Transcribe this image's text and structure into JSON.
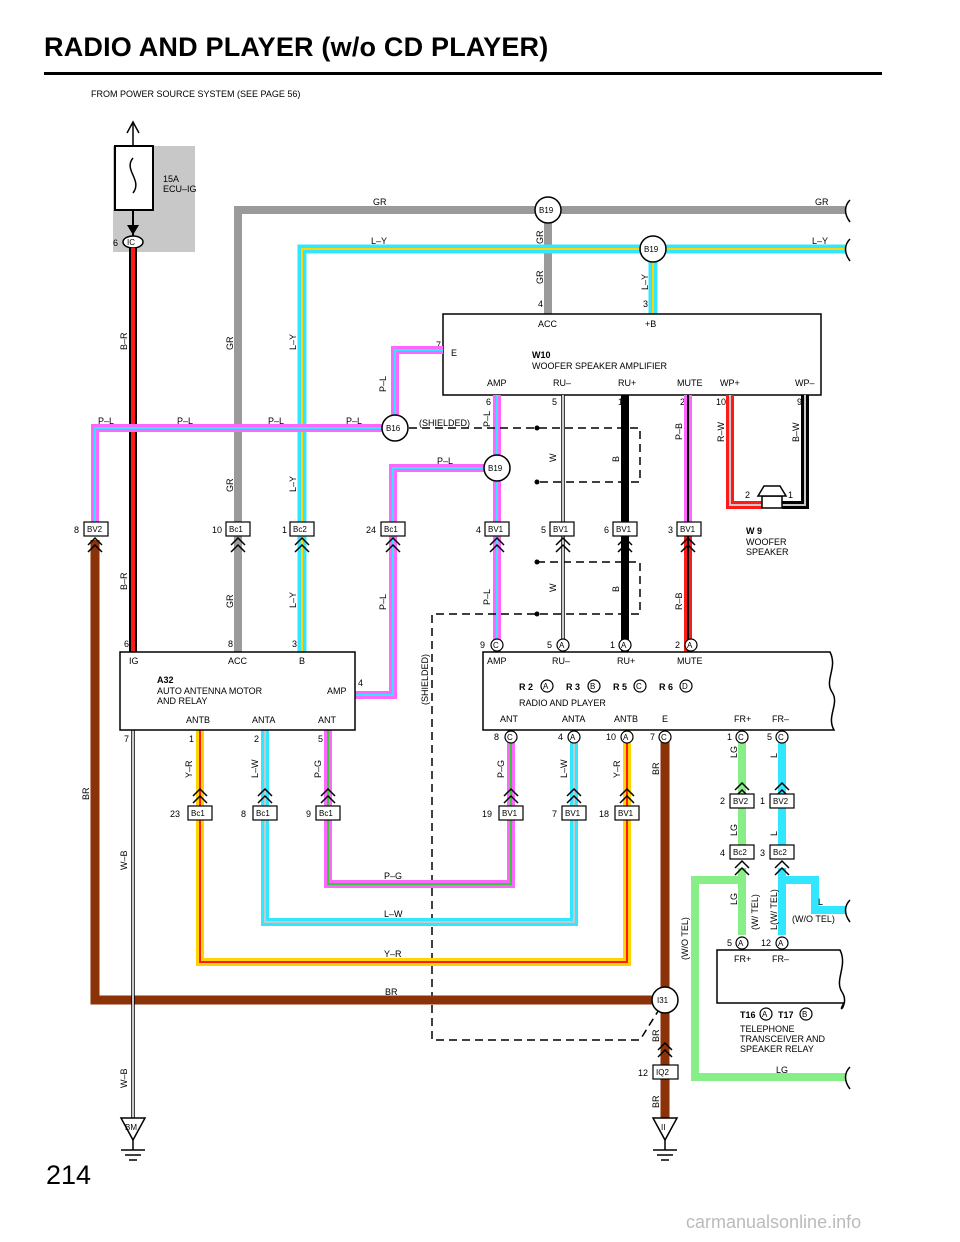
{
  "title": "RADIO AND PLAYER (w/o CD PLAYER)",
  "subtitle": "FROM POWER SOURCE SYSTEM (SEE PAGE 56)",
  "page_number": "214",
  "watermark": "carmanualsonline.info",
  "colors": {
    "GR": "#9a9a9a",
    "P": "#ff66ff",
    "L": "#33e6ff",
    "Y": "#ffd400",
    "R": "#ff1a1a",
    "BR": "#8b3208",
    "W": "#c8c8c8",
    "B": "#000000",
    "LG": "#88ee88",
    "G": "#33cc33",
    "fuse_box": "#c8c8c8"
  },
  "fuse": {
    "rating": "15A",
    "name": "ECU–IG",
    "connector": "IC",
    "pin": "6"
  },
  "top_buses": [
    {
      "wire": "GR",
      "splice": "B19"
    },
    {
      "wire": "L–Y",
      "splice": "B19"
    }
  ],
  "amplifier": {
    "code": "W10",
    "name": "WOOFER SPEAKER AMPLIFIER",
    "top_pins": [
      {
        "num": "4",
        "label": "ACC"
      },
      {
        "num": "3",
        "label": "+B"
      }
    ],
    "left_pin": {
      "num": "7",
      "label": "E"
    },
    "bottom_pins": [
      {
        "num": "6",
        "label": "AMP"
      },
      {
        "num": "5",
        "label": "RU–"
      },
      {
        "num": "1",
        "label": "RU+"
      },
      {
        "num": "2",
        "label": "MUTE"
      },
      {
        "num": "10",
        "label": "WP+"
      },
      {
        "num": "9",
        "label": "WP–"
      }
    ]
  },
  "speaker": {
    "code": "W 9",
    "name_line1": "WOOFER",
    "name_line2": "SPEAKER",
    "pin_left": "2",
    "pin_right": "1"
  },
  "splices": {
    "b16": "B16",
    "b19": "B19",
    "i31": "I31",
    "bm": "BM",
    "ii": "II"
  },
  "shielded": "(SHIELDED)",
  "connectors_row1": [
    {
      "pin": "8",
      "name": "BV2"
    },
    {
      "pin": "10",
      "name": "Bc1"
    },
    {
      "pin": "1",
      "name": "Bc2"
    },
    {
      "pin": "24",
      "name": "Bc1"
    },
    {
      "pin": "4",
      "name": "BV1"
    },
    {
      "pin": "5",
      "name": "BV1"
    },
    {
      "pin": "6",
      "name": "BV1"
    },
    {
      "pin": "3",
      "name": "BV1"
    }
  ],
  "antenna": {
    "code": "A32",
    "name_line1": "AUTO ANTENNA MOTOR",
    "name_line2": "AND RELAY",
    "top_pins": [
      {
        "num": "6",
        "label": "IG"
      },
      {
        "num": "8",
        "label": "ACC"
      },
      {
        "num": "3",
        "label": "B"
      }
    ],
    "right_pin": {
      "num": "4",
      "label": "AMP"
    },
    "bottom_pins": [
      {
        "num": "7",
        "label": ""
      },
      {
        "num": "1",
        "label": "ANTB"
      },
      {
        "num": "2",
        "label": "ANTA"
      },
      {
        "num": "5",
        "label": "ANT"
      }
    ]
  },
  "radio": {
    "codes": [
      "R 2",
      "R 3",
      "R 5",
      "R 6"
    ],
    "code_letters": [
      "A",
      "B",
      "C",
      "D"
    ],
    "name": "RADIO AND PLAYER",
    "top_pins": [
      {
        "num": "9",
        "conn": "C",
        "label": "AMP"
      },
      {
        "num": "5",
        "conn": "A",
        "label": "RU–"
      },
      {
        "num": "1",
        "conn": "A",
        "label": "RU+"
      },
      {
        "num": "2",
        "conn": "A",
        "label": "MUTE"
      }
    ],
    "bottom_pins": [
      {
        "num": "8",
        "conn": "C",
        "label": "ANT"
      },
      {
        "num": "4",
        "conn": "A",
        "label": "ANTA"
      },
      {
        "num": "10",
        "conn": "A",
        "label": "ANTB"
      },
      {
        "num": "7",
        "conn": "C",
        "label": "E"
      },
      {
        "num": "1",
        "conn": "C",
        "label": "FR+"
      },
      {
        "num": "5",
        "conn": "C",
        "label": "FR–"
      }
    ]
  },
  "connectors_row2": [
    {
      "pin": "23",
      "name": "Bc1"
    },
    {
      "pin": "8",
      "name": "Bc1"
    },
    {
      "pin": "9",
      "name": "Bc1"
    },
    {
      "pin": "19",
      "name": "BV1"
    },
    {
      "pin": "7",
      "name": "BV1"
    },
    {
      "pin": "18",
      "name": "BV1"
    }
  ],
  "connectors_right": [
    {
      "pin": "2",
      "name": "BV2"
    },
    {
      "pin": "1",
      "name": "BV2"
    },
    {
      "pin": "4",
      "name": "Bc2"
    },
    {
      "pin": "3",
      "name": "Bc2"
    }
  ],
  "telephone": {
    "codes": [
      "T16",
      "T17"
    ],
    "code_letters": [
      "A",
      "B"
    ],
    "name_line1": "TELEPHONE",
    "name_line2": "TRANSCEIVER AND",
    "name_line3": "SPEAKER RELAY",
    "pins": [
      {
        "num": "5",
        "conn": "A",
        "label": "FR+"
      },
      {
        "num": "12",
        "conn": "A",
        "label": "FR–"
      }
    ]
  },
  "ground_connector": {
    "pin": "12",
    "name": "IQ2"
  },
  "notes": {
    "w_tel": "(W/ TEL)",
    "wo_tel": "(W/O TEL)"
  },
  "wire_labels": {
    "gr": "GR",
    "ly": "L–Y",
    "br_red": "B–R",
    "pl": "P–L",
    "w": "W",
    "b": "B",
    "pb": "P–B",
    "rw": "R–W",
    "bw": "B–W",
    "rb": "R–B",
    "yr": "Y–R",
    "lw": "L–W",
    "pg": "P–G",
    "br": "BR",
    "wb": "W–B",
    "lg": "LG",
    "l": "L",
    "lg_wtel": "LG",
    "l_wtel": "L(W/ TEL)"
  }
}
